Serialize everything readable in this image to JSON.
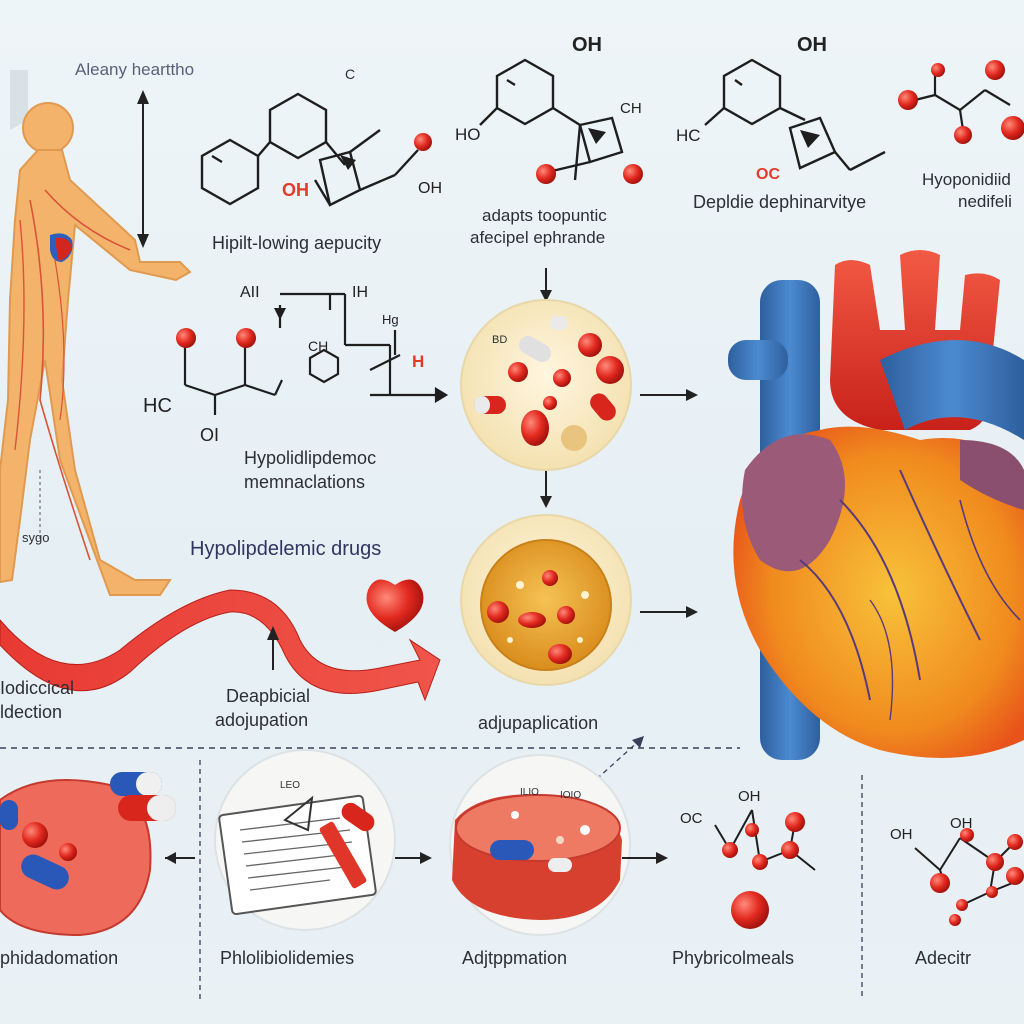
{
  "header": {
    "top_left_label": "Aleany hearttho",
    "corner_mark": "C"
  },
  "molecules": {
    "m1_label": "Hipilt-lowing aepucity",
    "m1_atoms": [
      "OH",
      "OH"
    ],
    "m2_label_line1": "adapts toopuntic",
    "m2_label_line2": "afecipel ephrande",
    "m2_atoms": [
      "OH",
      "HO",
      "CH"
    ],
    "m3_label": "Depldie dephinarvitye",
    "m3_atoms": [
      "OH",
      "HC",
      "OC"
    ],
    "m4_label_line1": "Hyoponidiid",
    "m4_label_line2": "nedifeli"
  },
  "middle": {
    "chain_labels": [
      "AII",
      "IH",
      "Hg",
      "H",
      "HC",
      "OI",
      "CH"
    ],
    "med_label_line1": "Hypolidlipdemoc",
    "med_label_line2": "memnaclations",
    "drugs_heading": "Hypolipdelemic drugs",
    "left_foot_label": "sygo",
    "left_wave_line1": "Iodiccical",
    "left_wave_line2": "ldection",
    "wave_mid_line1": "Deapbicial",
    "wave_mid_line2": "adojupation",
    "bowl_label": "adjupaplication",
    "pill_tag": "BD"
  },
  "bottom": {
    "labels": [
      "phidadomation",
      "Phlolibiolidemies",
      "Adjtppmation",
      "Phybricolmeals",
      "Adecitr"
    ],
    "doc_tags": [
      "LEO",
      "ILIO",
      "IOIO"
    ],
    "mol_atoms": [
      "OH",
      "OC",
      "OH",
      "OH"
    ]
  },
  "colors": {
    "red": "#e8372c",
    "blue": "#3a77c2",
    "heart_orange": "#f5a623",
    "skin": "#f3b36a"
  }
}
